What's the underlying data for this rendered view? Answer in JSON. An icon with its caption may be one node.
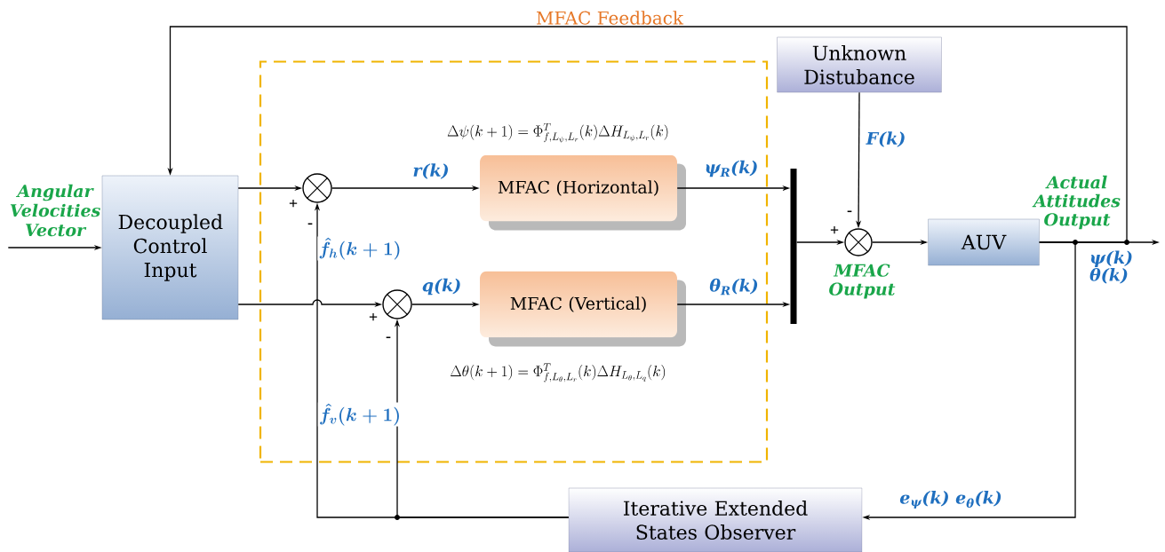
{
  "diagram": {
    "nodes": [
      {
        "text": [
          "Decoupled Control Input"
        ]
      },
      {
        "text": [],
        "shape": "box"
      },
      {
        "text": [],
        "shape": "circle",
        "in": 1
      },
      {
        "text": [
          "MFAC (Horizontal)"
        ],
        "in": 1
      },
      {
        "text": [],
        "shape": "circle",
        "in": 1
      },
      {
        "text": [
          "MFAC (Vertical)"
        ],
        "in": 1
      },
      {
        "text": [],
        "shape": "bar"
      },
      {
        "text": [
          "Unknown Distubance"
        ]
      },
      {
        "text": [],
        "shape": "circle"
      },
      {
        "text": [
          "AUV"
        ]
      },
      {
        "text": [
          "Iterative Extended States Observer"
        ]
      },
      {
        "text": [
          "Angular Velocities Vector"
        ]
      }
    ],
    "edges": [
      {
        "from": 11,
        "to": 0,
        "arrow": "to"
      },
      {
        "from": 0,
        "to": 2,
        "arrow": "to"
      },
      {
        "from": 0,
        "to": 4,
        "arrow": "to"
      },
      {
        "from": 2,
        "to": 3,
        "arrow": "to",
        "label": "r(k)"
      },
      {
        "from": 4,
        "to": 5,
        "arrow": "to",
        "label": "q(k)"
      },
      {
        "from": 3,
        "to": 6,
        "arrow": "to",
        "label": "ψ$_{R}$(k)"
      },
      {
        "from": 5,
        "to": 6,
        "arrow": "to",
        "label": "θ$_{R}$(k)"
      },
      {
        "from": 6,
        "to": 8,
        "arrow": "to"
      },
      {
        "from": 7,
        "to": 8,
        "arrow": "to",
        "label": "F(k)"
      },
      {
        "from": 8,
        "to": 9,
        "arrow": "to"
      },
      {
        "from": 9,
        "to": null,
        "arrow": "to",
        "label": "ψ(k) θ(k)"
      },
      {
        "from": 9,
        "to": 0,
        "arrow": "to",
        "label": "MFAC Feedback"
      },
      {
        "from": 9,
        "to": 10,
        "arrow": "to",
        "label": "e$_{ψ}$(k) e$_{θ}$(k)"
      },
      {
        "from": 10,
        "to": 2,
        "arrow": "to",
        "label": "\\hat{f}_{h}(k+1)"
      },
      {
        "from": 10,
        "to": 4,
        "arrow": "to",
        "label": "\\hat{f}_{v}(k+1)"
      }
    ],
    "labels": [
      "\\Delta\\psi(k+1)=\\Phi^{T}_{f,L_{\\psi},L_{r}}(k)\\Delta H_{L_{\\psi},L_{r}}(k)",
      "Actual Attitudes Output",
      "+",
      "-",
      "-",
      "+",
      "MFAC Output",
      "+",
      "-",
      "\\Delta\\theta(k+1)=\\Phi^{T}_{f,L_{\\theta},L_{r}}(k)\\Delta H_{L_{\\theta},L_{q}}(k)"
    ]
  }
}
